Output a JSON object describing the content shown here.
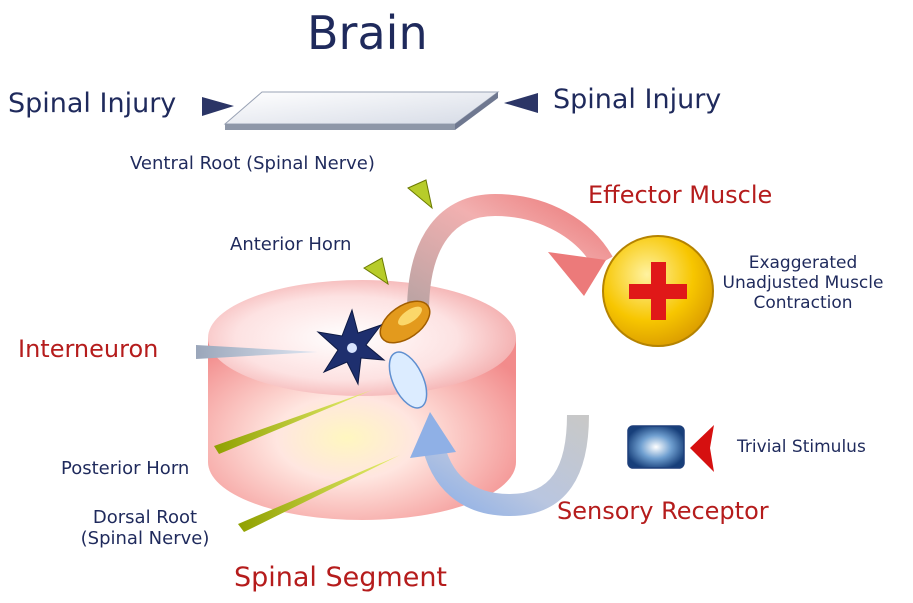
{
  "title": "Brain",
  "labels": {
    "spinal_injury_left": "Spinal Injury",
    "spinal_injury_right": "Spinal Injury",
    "ventral_root": "Ventral Root (Spinal Nerve)",
    "anterior_horn": "Anterior Horn",
    "effector_muscle": "Effector Muscle",
    "contraction_line1": "Exaggerated",
    "contraction_line2": "Unadjusted Muscle",
    "contraction_line3": "Contraction",
    "interneuron": "Interneuron",
    "trivial_stimulus": "Trivial Stimulus",
    "posterior_horn": "Posterior Horn",
    "dorsal_root_line1": "Dorsal Root",
    "dorsal_root_line2": "(Spinal Nerve)",
    "sensory_receptor": "Sensory Receptor",
    "spinal_segment": "Spinal Segment"
  },
  "colors": {
    "navy_text": "#1f2a5c",
    "red_text": "#b51c1c",
    "muscle_fill": "#f7c600",
    "plus_sign": "#e01818",
    "cylinder": "#f5b0b0"
  },
  "icons": {
    "muscle": "plus-sign-circle",
    "receptor": "square-receptor",
    "stimulus": "red-arrow"
  }
}
